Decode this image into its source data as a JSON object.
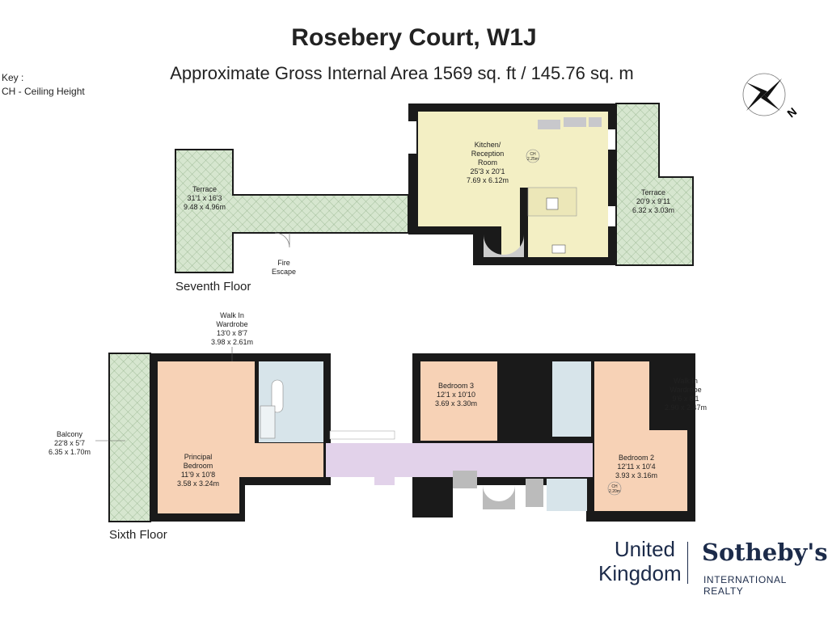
{
  "header": {
    "title": "Rosebery Court, W1J",
    "subtitle": "Approximate Gross Internal Area 1569 sq. ft / 145.76 sq. m"
  },
  "key": {
    "heading": "Key :",
    "items": [
      "CH - Ceiling Height"
    ]
  },
  "compass": {
    "label": "N"
  },
  "seventh_floor": {
    "label": "Seventh Floor",
    "rooms": [
      {
        "name": "Terrace",
        "imperial": "31'1 x 16'3",
        "metric": "9.48 x 4.96m"
      },
      {
        "name_line1": "Kitchen/",
        "name_line2": "Reception",
        "name_line3": "Room",
        "imperial": "25'3 x 20'1",
        "metric": "7.69 x 6.12m",
        "ch": "CH",
        "ch_value": "2.25m"
      },
      {
        "name": "Terrace",
        "imperial": "20'9 x 9'11",
        "metric": "6.32 x 3.03m"
      }
    ],
    "fire_escape": [
      "Fire",
      "Escape"
    ]
  },
  "sixth_floor": {
    "label": "Sixth Floor",
    "rooms": [
      {
        "name_line1": "Walk In",
        "name_line2": "Wardrobe",
        "imperial": "13'0 x 8'7",
        "metric": "3.98 x 2.61m"
      },
      {
        "name": "Balcony",
        "imperial": "22'8 x 5'7",
        "metric": "6.35 x 1.70m"
      },
      {
        "name_line1": "Principal",
        "name_line2": "Bedroom",
        "imperial": "11'9 x 10'8",
        "metric": "3.58 x 3.24m"
      },
      {
        "name": "Bedroom 3",
        "imperial": "12'1 x 10'10",
        "metric": "3.69 x 3.30m"
      },
      {
        "name_line1": "Walk In",
        "name_line2": "Wardrobe",
        "imperial": "9'6 x 8'1",
        "metric": "2.90 x 2.47m"
      },
      {
        "name": "Bedroom 2",
        "imperial": "12'11 x 10'4",
        "metric": "3.93 x 3.16m",
        "ch": "CH",
        "ch_value": "2.20m"
      }
    ]
  },
  "branding": {
    "region_line1": "United",
    "region_line2": "Kingdom",
    "brand": "Sotheby's",
    "tagline": "INTERNATIONAL REALTY"
  },
  "colors": {
    "wall": "#1a1a1a",
    "terrace": "#d6e6cf",
    "kitchen": "#f3efc4",
    "bedroom": "#f7d2b6",
    "bathroom": "#d7e4ea",
    "hallway": "#e2d2ea",
    "brand": "#1c2b4a"
  }
}
